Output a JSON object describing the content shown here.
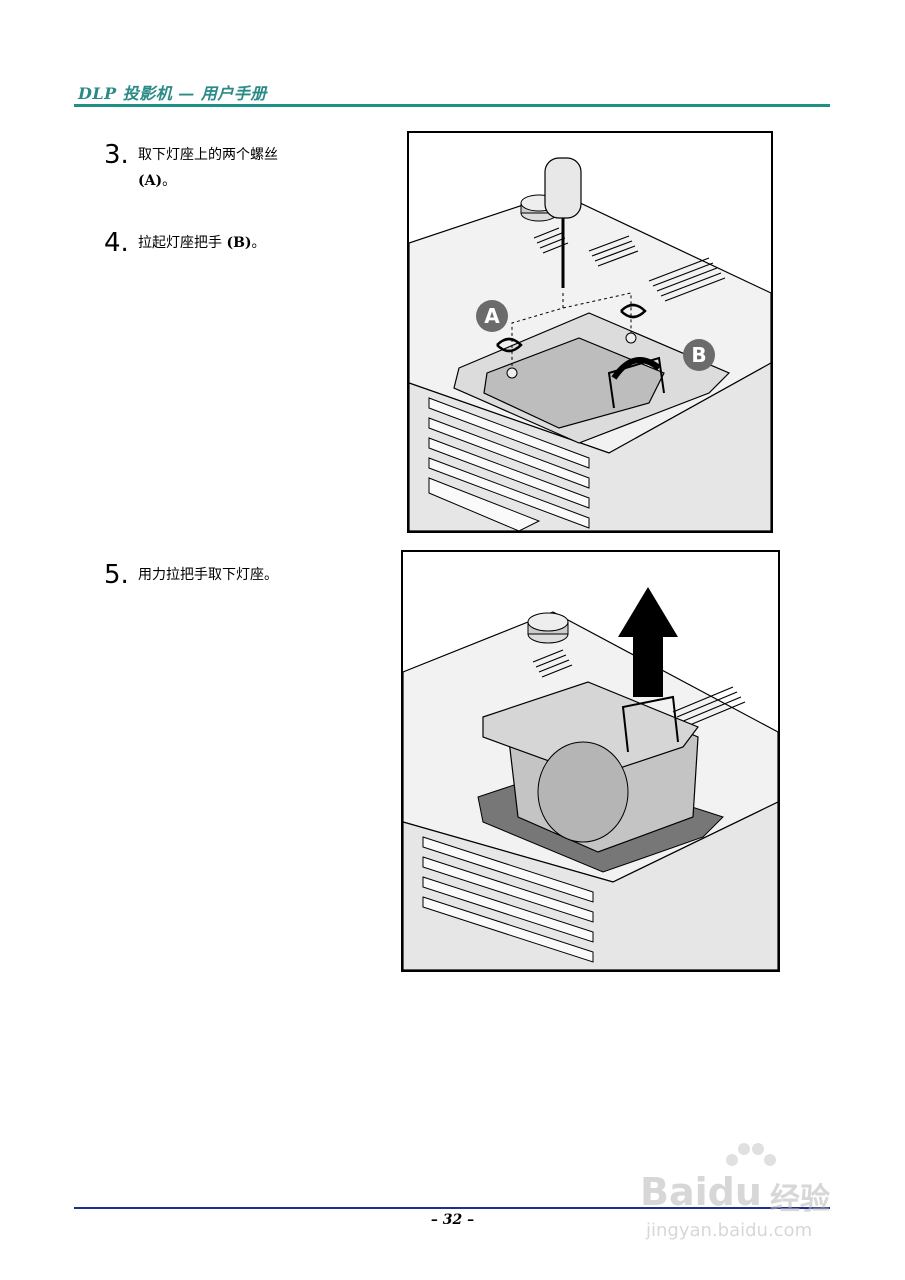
{
  "header": {
    "title": "DLP 投影机 — 用户手册"
  },
  "steps": [
    {
      "number": "3.",
      "line1": "取下灯座上的两个螺丝",
      "line2_label": "(A)",
      "line2_suffix": "。"
    },
    {
      "number": "4.",
      "text": "拉起灯座把手 ",
      "label": "(B)",
      "suffix": "。"
    },
    {
      "number": "5.",
      "text": "用力拉把手取下灯座。"
    }
  ],
  "figure1": {
    "callout_a": "A",
    "callout_b": "B"
  },
  "footer": {
    "page_number": "– 32 –"
  },
  "watermark": {
    "brand": "Bai",
    "brand2": "du",
    "suffix": "经验",
    "url": "jingyan.baidu.com"
  }
}
